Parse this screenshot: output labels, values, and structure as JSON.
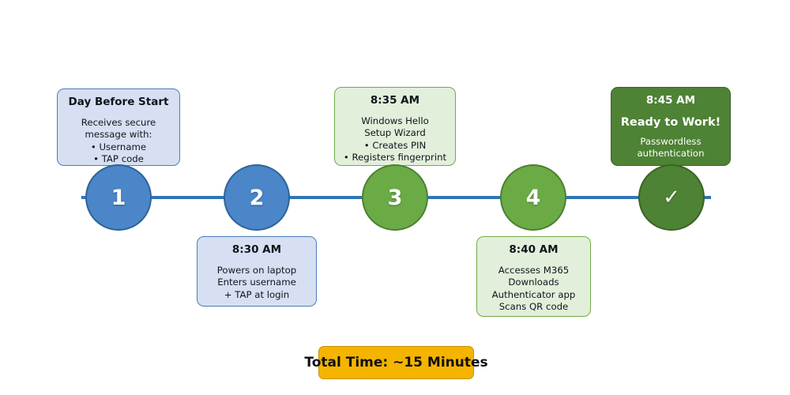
{
  "timeline": {
    "spine_color": "#2e75b6",
    "nodes": [
      {
        "label": "1",
        "style": "blue",
        "name": "timeline-node-1"
      },
      {
        "label": "2",
        "style": "blue",
        "name": "timeline-node-2"
      },
      {
        "label": "3",
        "style": "green",
        "name": "timeline-node-3"
      },
      {
        "label": "4",
        "style": "green",
        "name": "timeline-node-4"
      },
      {
        "label": "✓",
        "style": "darkgreen",
        "name": "timeline-node-complete"
      }
    ],
    "cards": [
      {
        "position": "above",
        "style": "blue",
        "heading": "Day Before Start",
        "lines": [
          "Receives secure",
          "message with:",
          "• Username",
          "• TAP code"
        ]
      },
      {
        "position": "below",
        "style": "blue",
        "heading": "8:30 AM",
        "lines": [
          "Powers on laptop",
          "Enters username",
          "+ TAP at login"
        ]
      },
      {
        "position": "above",
        "style": "lightgreen",
        "heading": "8:35 AM",
        "lines": [
          "Windows Hello",
          "Setup Wizard",
          "• Creates PIN",
          "• Registers fingerprint"
        ]
      },
      {
        "position": "below",
        "style": "lightgreen",
        "heading": "8:40 AM",
        "lines": [
          "Accesses M365",
          "Downloads",
          "Authenticator app",
          "Scans QR code"
        ]
      },
      {
        "position": "above",
        "style": "darkgreen",
        "heading": "8:45 AM",
        "subheading": "Ready to Work!",
        "lines": [
          "Passwordless",
          "authentication"
        ]
      }
    ]
  },
  "summary": {
    "total_time_label": "Total Time: ~15 Minutes",
    "banner_color": "#f5b400"
  }
}
